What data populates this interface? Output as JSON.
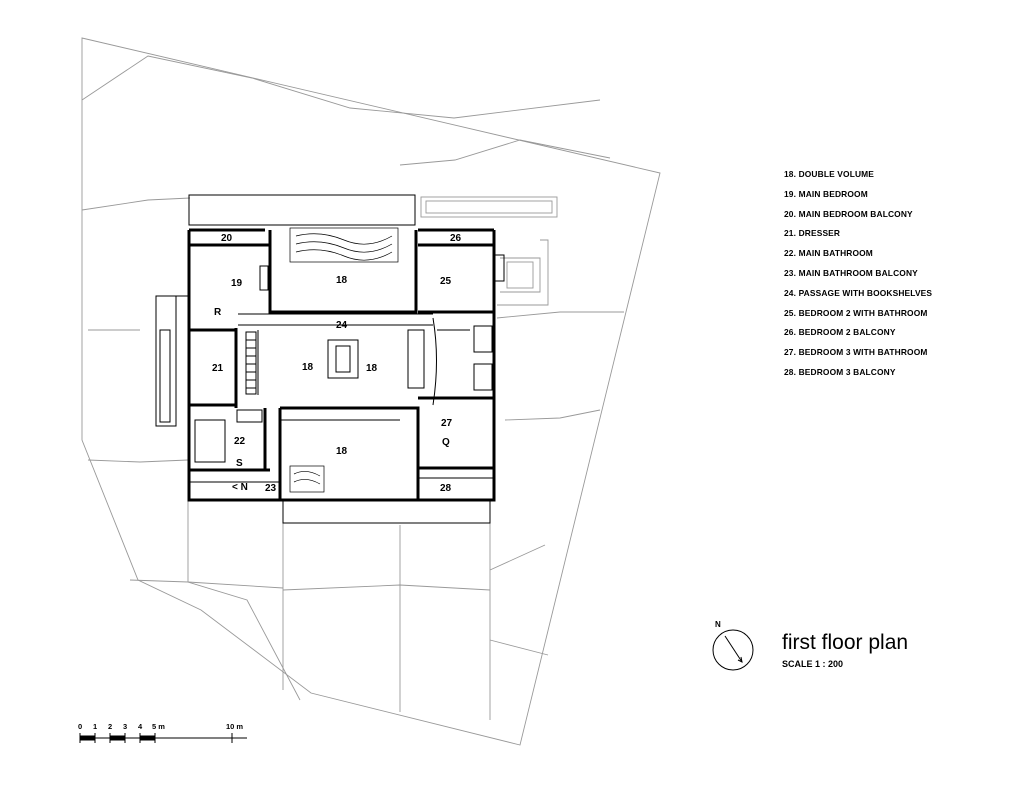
{
  "title": "first floor plan",
  "scale_text": "SCALE 1 : 200",
  "north_label": "N",
  "legend": [
    "18.  DOUBLE VOLUME",
    "19.  MAIN BEDROOM",
    "20.  MAIN BEDROOM BALCONY",
    "21.  DRESSER",
    "22.  MAIN BATHROOM",
    "23.  MAIN BATHROOM BALCONY",
    "24.  PASSAGE WITH BOOKSHELVES",
    "25.  BEDROOM 2 WITH BATHROOM",
    "26.  BEDROOM 2 BALCONY",
    "27.  BEDROOM 3 WITH BATHROOM",
    "28.  BEDROOM 3 BALCONY"
  ],
  "rooms": {
    "r20": "20",
    "r26": "26",
    "r19": "19",
    "r18a": "18",
    "r25": "25",
    "r24": "24",
    "r21": "21",
    "r18b": "18",
    "r18c": "18",
    "r22": "22",
    "r27": "27",
    "r18d": "18",
    "r23": "23",
    "r28": "28"
  },
  "markers": {
    "r": "R",
    "s": "S",
    "q": "Q",
    "n_arrow": "< N"
  },
  "scale_bar": {
    "ticks": [
      "0",
      "1",
      "2",
      "3",
      "4",
      "5 m",
      "10 m"
    ]
  }
}
